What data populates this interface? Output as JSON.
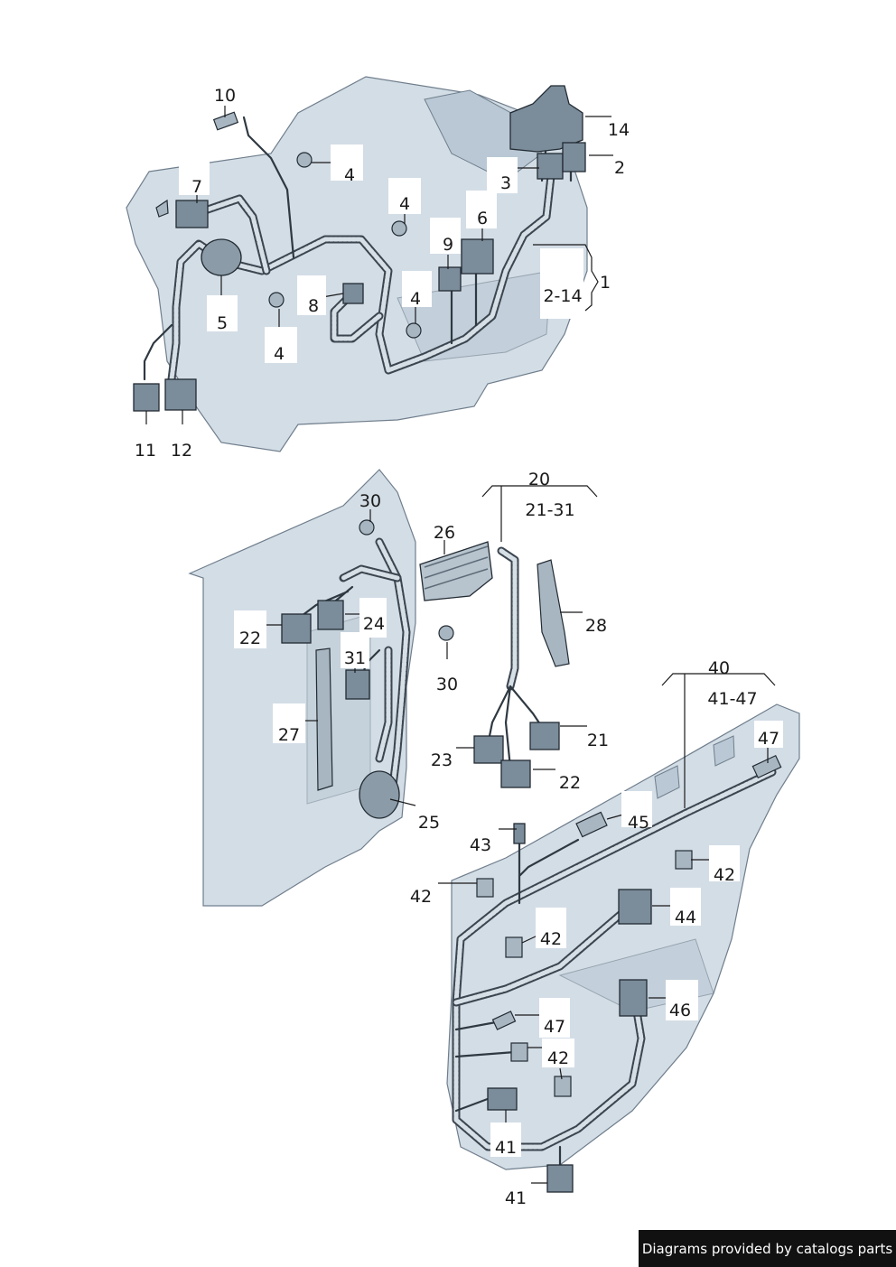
{
  "callouts": {
    "c10": "10",
    "c4a": "4",
    "c14": "14",
    "c2": "2",
    "c7": "7",
    "c3": "3",
    "c4b": "4",
    "c6": "6",
    "c9": "9",
    "c1": "1",
    "c2_14": "2-14",
    "c4c": "4",
    "c8": "8",
    "c5": "5",
    "c4d": "4",
    "c11": "11",
    "c12": "12",
    "c20": "20",
    "c21_31": "21-31",
    "c30a": "30",
    "c26": "26",
    "c28": "28",
    "c22a": "22",
    "c24": "24",
    "c31": "31",
    "c30b": "30",
    "c27": "27",
    "c21": "21",
    "c23": "23",
    "c22b": "22",
    "c25": "25",
    "c40": "40",
    "c41_47": "41-47",
    "c47a": "47",
    "c45": "45",
    "c43": "43",
    "c42a": "42",
    "c42b": "42",
    "c44": "44",
    "c42c": "42",
    "c46": "46",
    "c47b": "47",
    "c42d": "42",
    "c41a": "41",
    "c41b": "41"
  },
  "footer": {
    "credit": "Diagrams provided by catalogs parts"
  }
}
